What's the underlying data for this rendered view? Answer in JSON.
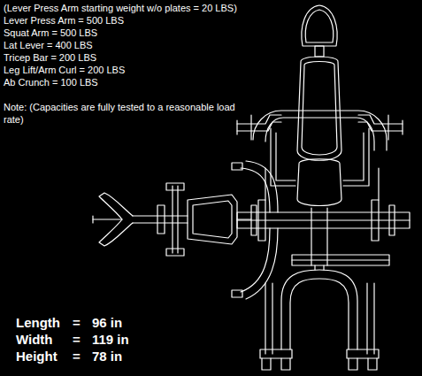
{
  "diagram": {
    "labels": [
      "(Lever Press Arm starting weight w/o plates = 20 LBS)",
      "Lever Press Arm = 500 LBS",
      "Squat Arm = 500 LBS",
      "Lat Lever = 400 LBS",
      "Tricep Bar = 200 LBS",
      "Leg Lift/Arm Curl = 200 LBS",
      "Ab Crunch = 100 LBS",
      "Note: (Capacities are fully tested to a reasonable load rate)",
      "Length",
      "=",
      "96 in",
      "Width",
      "=",
      "119 in",
      "Height",
      "=",
      "78 in"
    ]
  }
}
